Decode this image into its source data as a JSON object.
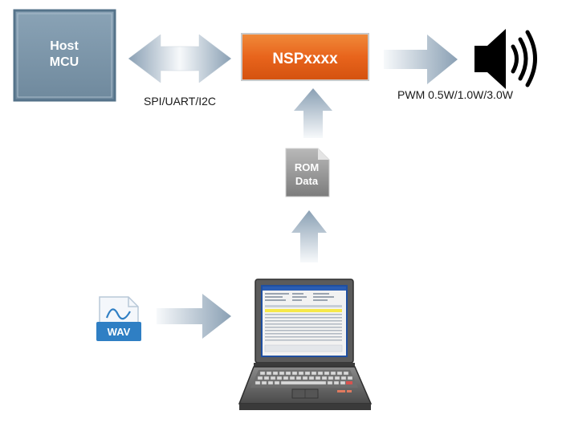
{
  "host": {
    "line1": "Host",
    "line2": "MCU"
  },
  "chip": {
    "label": "NSPxxxx"
  },
  "links": {
    "host_chip": "SPI/UART/I2C",
    "chip_speaker": "PWM 0.5W/1.0W/3.0W"
  },
  "rom": {
    "line1": "ROM",
    "line2": "Data"
  },
  "wav": {
    "label": "WAV"
  },
  "icons": {
    "speaker": "speaker-icon",
    "laptop": "laptop-icon",
    "wav_file": "audio-file-icon",
    "rom_file": "document-icon"
  },
  "colors": {
    "host_fill": "#7d97ab",
    "host_border": "#5f7d93",
    "chip_fill": "#e8641c",
    "arrow_light": "#f3f6f9",
    "arrow_dark": "#8ea3b6",
    "wav_accent": "#2f7fc4"
  }
}
